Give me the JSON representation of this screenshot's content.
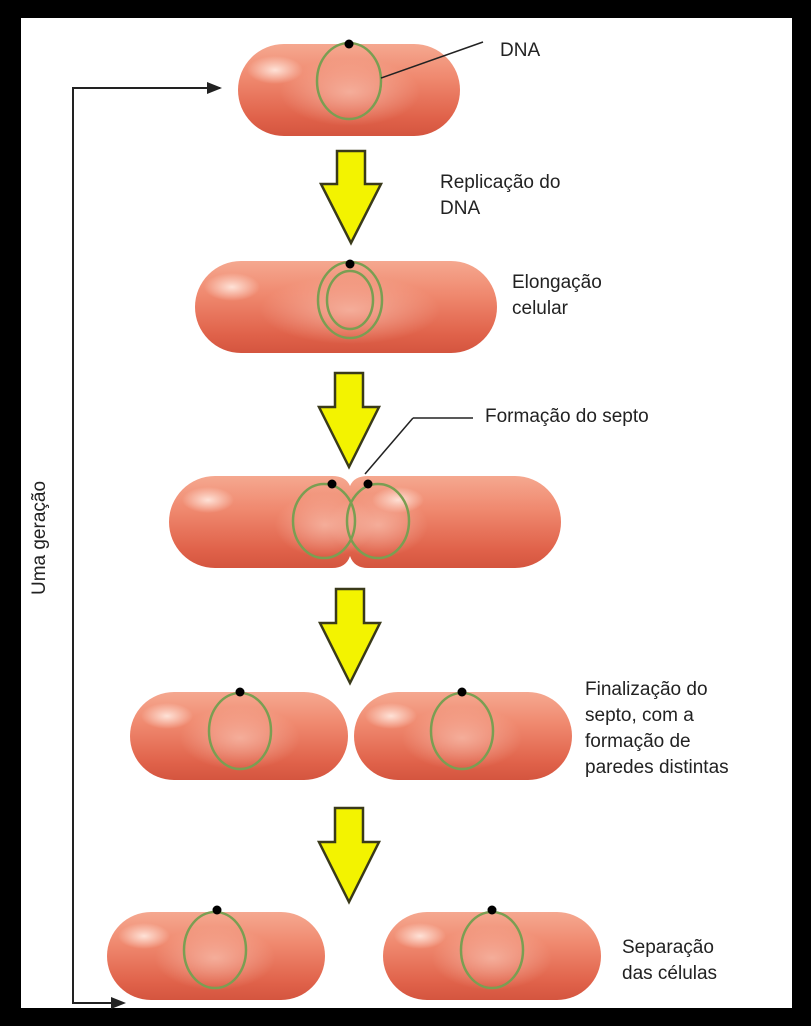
{
  "labels": {
    "dna": "DNA",
    "replication": "Replicação do\nDNA",
    "elongation": "Elongação\ncelular",
    "septum_formation": "Formação do septo",
    "septum_completion": "Finalização do\nsepto, com a\nformação de\nparedes distintas",
    "separation": "Separação\ndas células",
    "generation": "Uma geração"
  },
  "colors": {
    "cell_light": "#f7b29c",
    "cell_mid": "#ee7e63",
    "cell_dark": "#d85a44",
    "dna_ring": "#7a9e52",
    "arrow_fill": "#f3f300",
    "arrow_stroke": "#3a3a1a",
    "line": "#222222",
    "background": "#ffffff",
    "frame": "#000000"
  },
  "stages": [
    "single-cell",
    "dna-replication",
    "cell-elongation",
    "septum-formation",
    "septum-completion",
    "cell-separation"
  ]
}
